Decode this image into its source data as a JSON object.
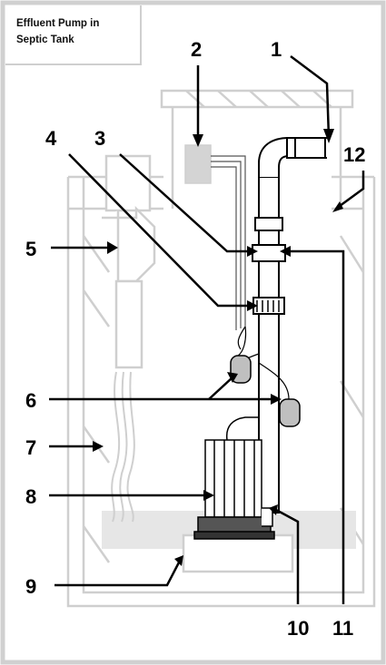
{
  "title": {
    "line1": "Effluent Pump in",
    "line2": "Septic Tank"
  },
  "callouts": [
    "1",
    "2",
    "3",
    "4",
    "5",
    "6",
    "7",
    "8",
    "9",
    "10",
    "11",
    "12"
  ],
  "colors": {
    "outline": "#cccccc",
    "line": "#000000",
    "effluent": "#e6e6e6",
    "float": "#bfbfbf"
  }
}
